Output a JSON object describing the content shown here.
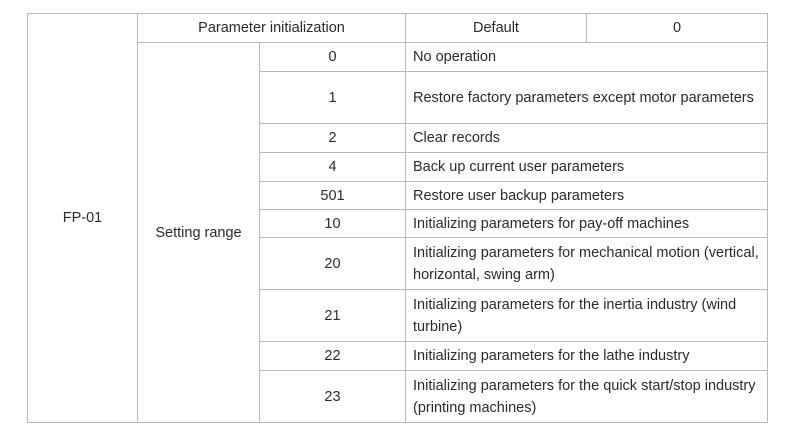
{
  "code": "FP-01",
  "header": {
    "name": "Parameter initialization",
    "default_label": "Default",
    "default_value": "0"
  },
  "setting_range_label": "Setting range",
  "rows": [
    {
      "value": "0",
      "description": "No operation"
    },
    {
      "value": "1",
      "description": "Restore factory parameters except motor parameters"
    },
    {
      "value": "2",
      "description": "Clear records"
    },
    {
      "value": "4",
      "description": "Back up current user parameters"
    },
    {
      "value": "501",
      "description": "Restore user backup parameters"
    },
    {
      "value": "10",
      "description": "Initializing parameters for pay-off machines"
    },
    {
      "value": "20",
      "description": "Initializing parameters for mechanical motion (vertical, horizontal, swing arm)"
    },
    {
      "value": "21",
      "description": "Initializing parameters for the inertia industry (wind turbine)"
    },
    {
      "value": "22",
      "description": "Initializing parameters for the lathe industry"
    },
    {
      "value": "23",
      "description": "Initializing parameters for the quick start/stop industry (printing machines)"
    }
  ]
}
